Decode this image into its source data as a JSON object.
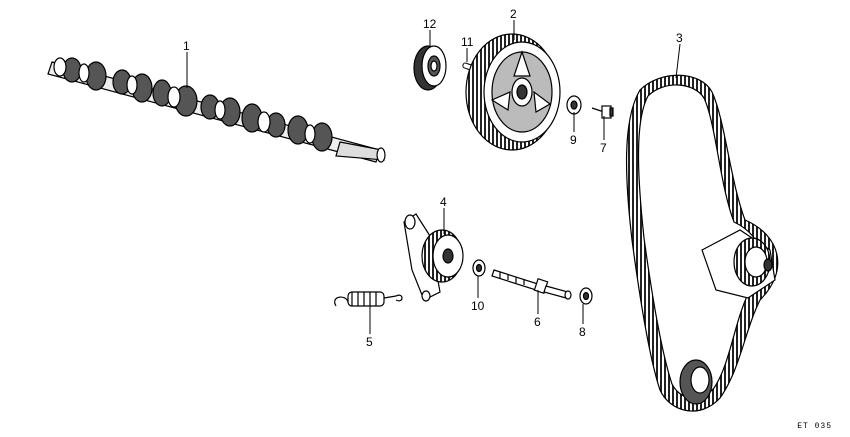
{
  "diagram": {
    "parts": {
      "camshaft": "1",
      "cam_pulley": "2",
      "timing_belt": "3",
      "tensioner": "4",
      "tensioner_spring": "5",
      "tensioner_bolt": "6",
      "pulley_bolt": "7",
      "washer_8": "8",
      "washer_9": "9",
      "washer_10": "10",
      "key": "11",
      "oil_seal": "12"
    },
    "code": "ET 035"
  }
}
